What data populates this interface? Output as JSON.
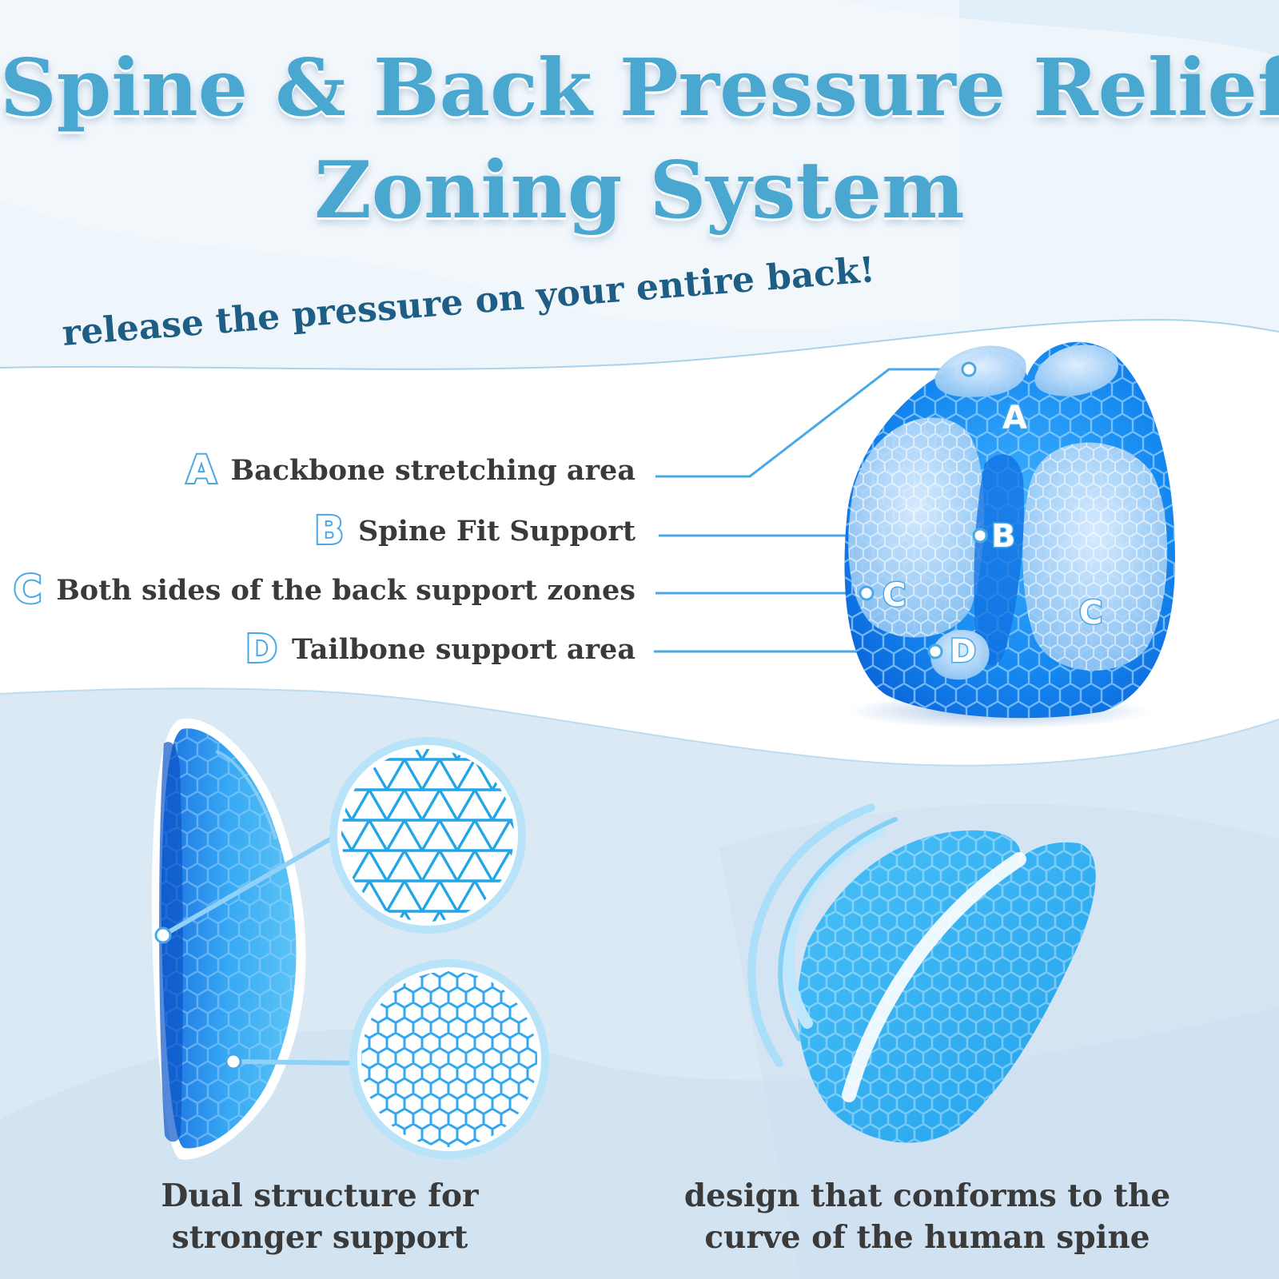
{
  "header": {
    "title_line1": "Spine & Back Pressure Relief",
    "title_line2": "Zoning System",
    "tagline": "release the pressure on your entire back!"
  },
  "legend": {
    "items": [
      {
        "letter": "A",
        "label": "Backbone stretching area"
      },
      {
        "letter": "B",
        "label": "Spine Fit Support"
      },
      {
        "letter": "C",
        "label": "Both sides of the back support zones"
      },
      {
        "letter": "D",
        "label": "Tailbone support area"
      }
    ]
  },
  "cushion_markers": {
    "a": "A",
    "b": "B",
    "c_left": "C",
    "c_right": "C",
    "d": "D"
  },
  "captions": {
    "left_line1": "Dual structure for",
    "left_line2": "stronger support",
    "right_line1": "design that conforms to the",
    "right_line2": "curve of the human spine"
  },
  "colors": {
    "title": "#4aa7cf",
    "tagline": "#1e5e85",
    "accent": "#49a9e6",
    "gel_blue": "#1e8ff0",
    "text": "#3a3a3a"
  }
}
